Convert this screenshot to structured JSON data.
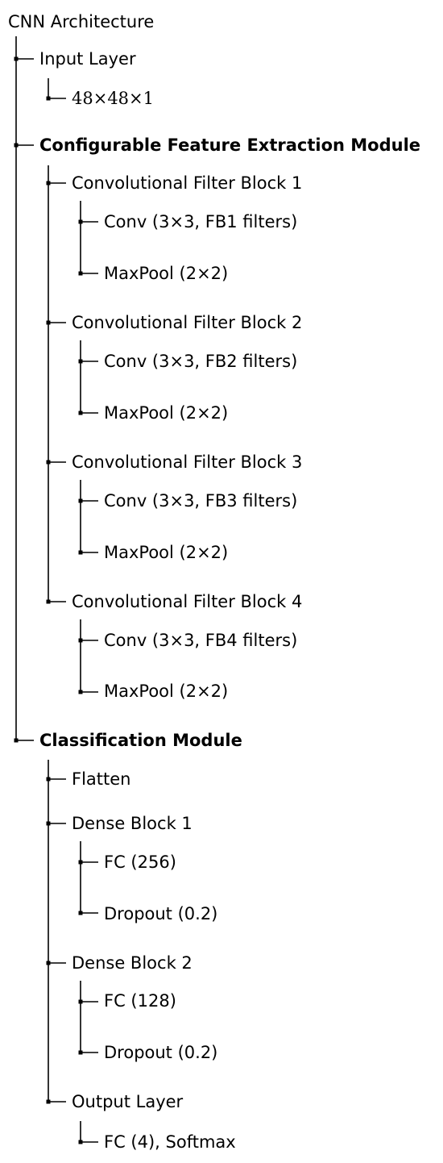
{
  "tree": {
    "root": "CNN Architecture",
    "input": {
      "label": "Input Layer",
      "shape": "48×48×1"
    },
    "feature": {
      "label": "Configurable Feature Extraction Module",
      "blocks": [
        {
          "label": "Convolutional Filter Block 1",
          "conv": "Conv (3×3, FB1 filters)",
          "pool": "MaxPool (2×2)"
        },
        {
          "label": "Convolutional Filter Block 2",
          "conv": "Conv (3×3, FB2 filters)",
          "pool": "MaxPool (2×2)"
        },
        {
          "label": "Convolutional Filter Block 3",
          "conv": "Conv (3×3, FB3 filters)",
          "pool": "MaxPool (2×2)"
        },
        {
          "label": "Convolutional Filter Block 4",
          "conv": "Conv (3×3, FB4 filters)",
          "pool": "MaxPool (2×2)"
        }
      ]
    },
    "classification": {
      "label": "Classification Module",
      "flatten": "Flatten",
      "dense": [
        {
          "label": "Dense Block 1",
          "fc": "FC (256)",
          "dropout": "Dropout (0.2)"
        },
        {
          "label": "Dense Block 2",
          "fc": "FC (128)",
          "dropout": "Dropout (0.2)"
        }
      ],
      "output": {
        "label": "Output Layer",
        "fc": "FC (4), Softmax"
      }
    }
  }
}
